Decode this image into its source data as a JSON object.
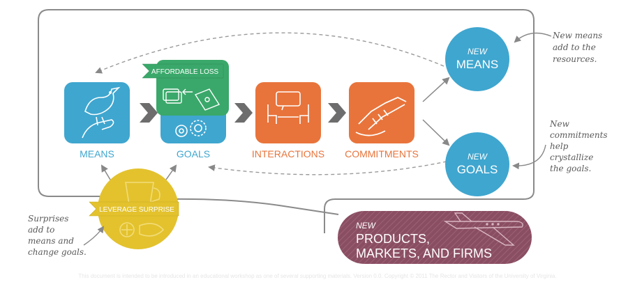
{
  "nodes": {
    "means": {
      "label": "MEANS",
      "color": "#3fa6cf"
    },
    "goals": {
      "label": "GOALS",
      "color": "#3fa6cf"
    },
    "interactions": {
      "label": "INTERACTIONS",
      "color": "#e8743b"
    },
    "commitments": {
      "label": "COMMITMENTS",
      "color": "#e8743b"
    }
  },
  "affordable_loss": {
    "label": "AFFORDABLE LOSS",
    "color": "#3aa86a"
  },
  "leverage_surprise": {
    "label": "LEVERAGE SURPRISE",
    "color": "#e3c22e"
  },
  "new_means": {
    "prefix": "NEW",
    "label": "MEANS",
    "color": "#3fa6cf"
  },
  "new_goals": {
    "prefix": "NEW",
    "label": "GOALS",
    "color": "#3fa6cf"
  },
  "products": {
    "prefix": "NEW",
    "line1": "PRODUCTS,",
    "line2": "MARKETS, AND FIRMS",
    "color": "#8a4e63"
  },
  "notes": {
    "new_means": [
      "New means",
      "add to the",
      "resources."
    ],
    "new_commitments": [
      "New",
      "commitments",
      "help",
      "crystallize",
      "the goals."
    ],
    "surprises": [
      "Surprises",
      "add to",
      "means and",
      "change goals."
    ]
  },
  "footer": "This document is intended to be introduced in an educational workshop as one of several supporting materials. Version 0.0. Copyright © 2011 The Rector and Visitors of the University of Virginia."
}
